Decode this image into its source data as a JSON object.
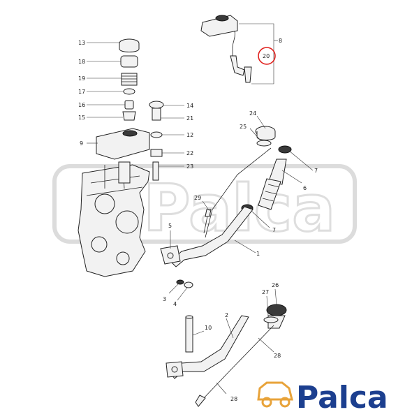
{
  "callouts": [
    {
      "id": "c13",
      "label": "13"
    },
    {
      "id": "c18",
      "label": "18"
    },
    {
      "id": "c19",
      "label": "19"
    },
    {
      "id": "c17",
      "label": "17"
    },
    {
      "id": "c16",
      "label": "16"
    },
    {
      "id": "c15",
      "label": "15"
    },
    {
      "id": "c9",
      "label": "9"
    },
    {
      "id": "c14",
      "label": "14"
    },
    {
      "id": "c21",
      "label": "21"
    },
    {
      "id": "c12",
      "label": "12"
    },
    {
      "id": "c22",
      "label": "22"
    },
    {
      "id": "c23",
      "label": "23"
    },
    {
      "id": "c8",
      "label": "8"
    },
    {
      "id": "c20",
      "label": "20"
    },
    {
      "id": "c24",
      "label": "24"
    },
    {
      "id": "c25",
      "label": "25"
    },
    {
      "id": "c7a",
      "label": "7"
    },
    {
      "id": "c6",
      "label": "6"
    },
    {
      "id": "c29",
      "label": "29"
    },
    {
      "id": "c7b",
      "label": "7"
    },
    {
      "id": "c5",
      "label": "5"
    },
    {
      "id": "c1",
      "label": "1"
    },
    {
      "id": "c3",
      "label": "3"
    },
    {
      "id": "c4",
      "label": "4"
    },
    {
      "id": "c26",
      "label": "26"
    },
    {
      "id": "c27",
      "label": "27"
    },
    {
      "id": "c10",
      "label": "10"
    },
    {
      "id": "c2",
      "label": "2"
    },
    {
      "id": "c28a",
      "label": "28"
    },
    {
      "id": "c28b",
      "label": "28"
    }
  ],
  "highlight": {
    "callout": "20",
    "color": "#e0201c"
  },
  "logo": {
    "text": "Palca",
    "color": "#1c3f8f",
    "accent": "#e8a33a"
  },
  "watermark": {
    "text": "Palca"
  }
}
